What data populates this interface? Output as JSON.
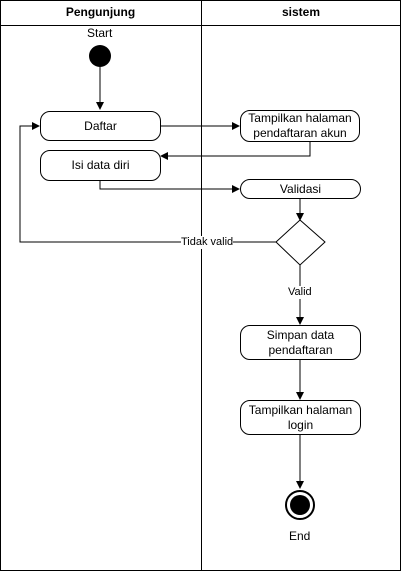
{
  "lanes": {
    "visitor": "Pengunjung",
    "system": "sistem"
  },
  "start": {
    "label": "Start"
  },
  "end": {
    "label": "End"
  },
  "actions": {
    "register": "Daftar",
    "fill_data": "Isi data diri",
    "show_registration": "Tampilkan halaman pendaftaran akun",
    "validate": "Validasi",
    "save_data": "Simpan data pendaftaran",
    "show_login": "Tampilkan halaman login"
  },
  "edges": {
    "invalid": "Tidak valid",
    "valid": "Valid"
  }
}
